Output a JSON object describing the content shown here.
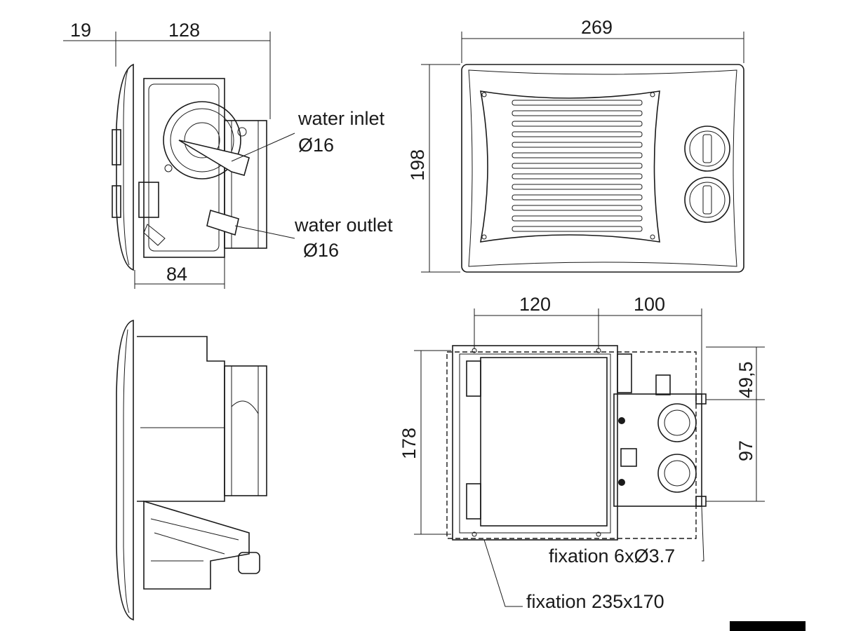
{
  "dimensions": {
    "side_offset": "19",
    "side_depth": "128",
    "front_width": "269",
    "front_height": "198",
    "side_bottom_depth": "84",
    "rear_left_width": "120",
    "rear_right_width": "100",
    "rear_height": "178",
    "rear_top_offset": "49,5",
    "rear_spacing": "97"
  },
  "labels": {
    "water_inlet": "water inlet",
    "water_inlet_diameter": "Ø16",
    "water_outlet": "water outlet",
    "water_outlet_diameter": "Ø16",
    "fixation_holes": "fixation 6xØ3.7",
    "fixation_size": "fixation 235x170"
  }
}
